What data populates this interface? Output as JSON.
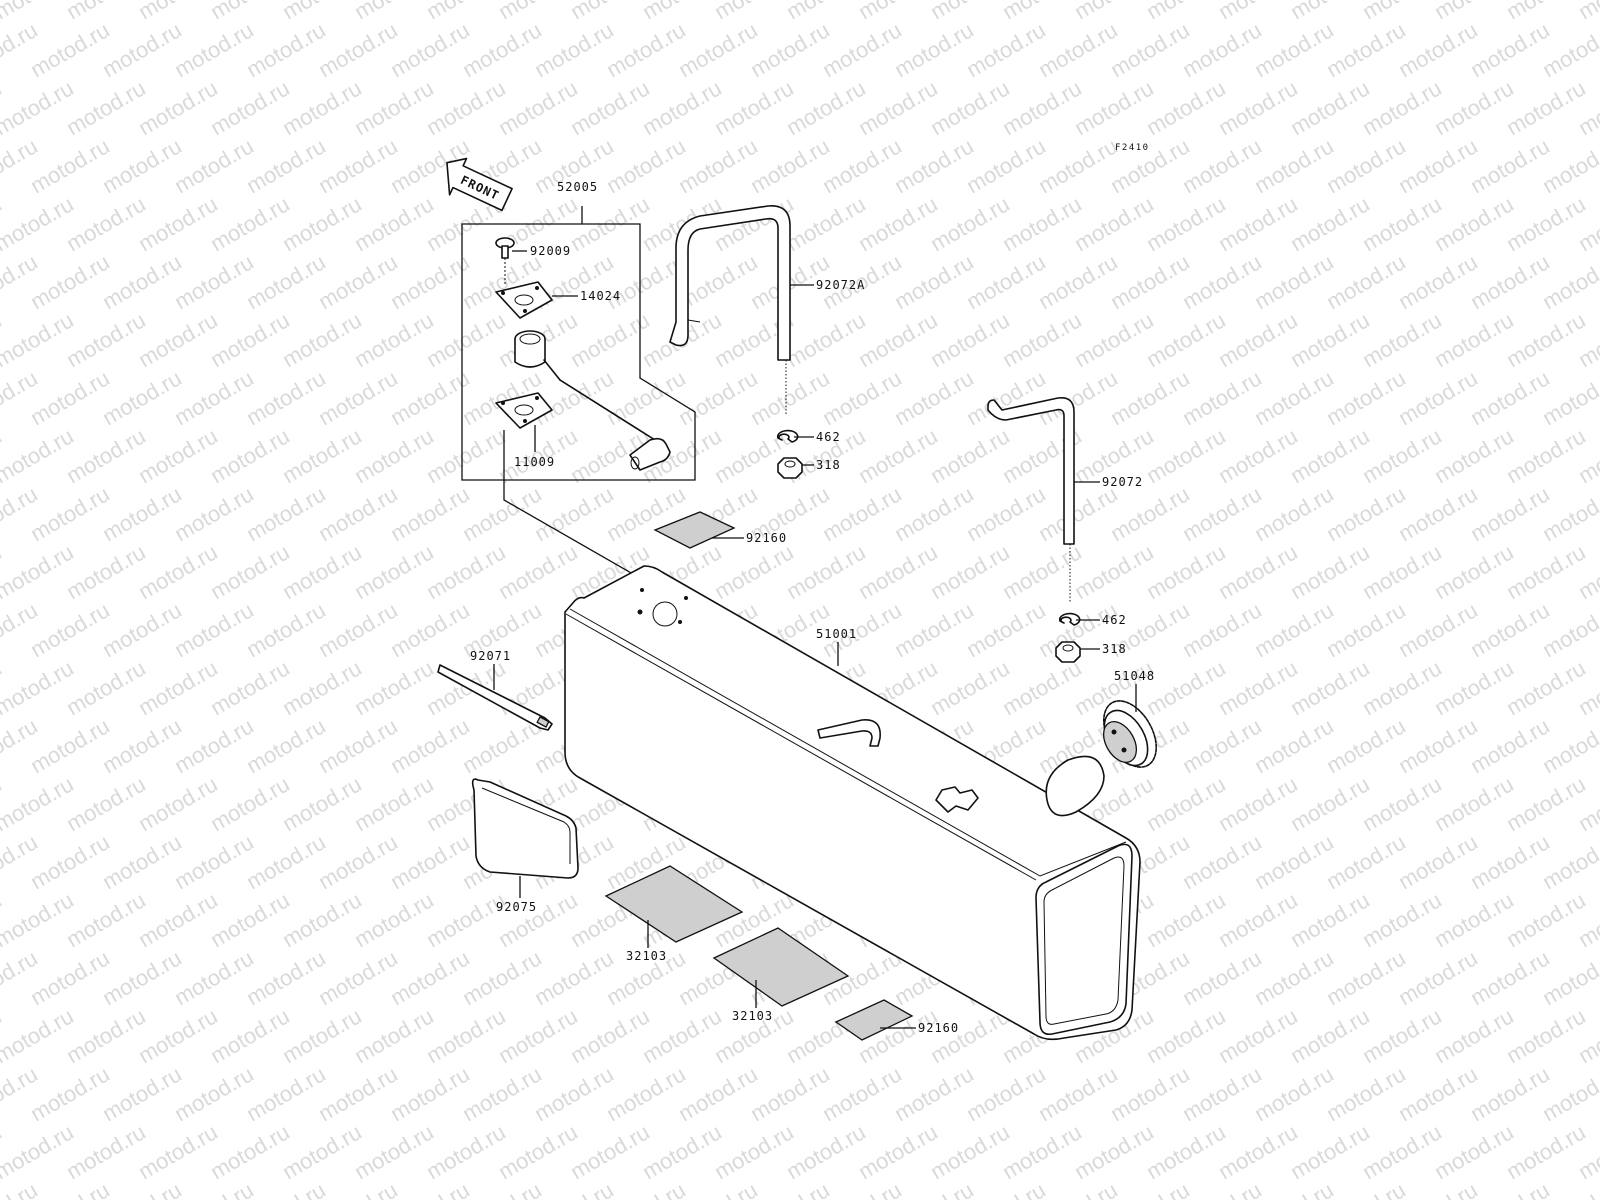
{
  "diagram": {
    "figure_code": "F2410",
    "front_label": "FRONT",
    "watermark": "motod.ru",
    "callouts": {
      "assy_52005": "52005",
      "bolt_92009": "92009",
      "gasket_14024": "14024",
      "gasket_11009": "11009",
      "band_92072A": "92072A",
      "washer_462_a": "462",
      "nut_318_a": "318",
      "band_92072": "92072",
      "washer_462_b": "462",
      "nut_318_b": "318",
      "pad_92160_top": "92160",
      "tank_51001": "51001",
      "cap_51048": "51048",
      "strap_92071": "92071",
      "pad_92075": "92075",
      "pad_32103_a": "32103",
      "pad_32103_b": "32103",
      "pad_92160_bottom": "92160"
    }
  }
}
